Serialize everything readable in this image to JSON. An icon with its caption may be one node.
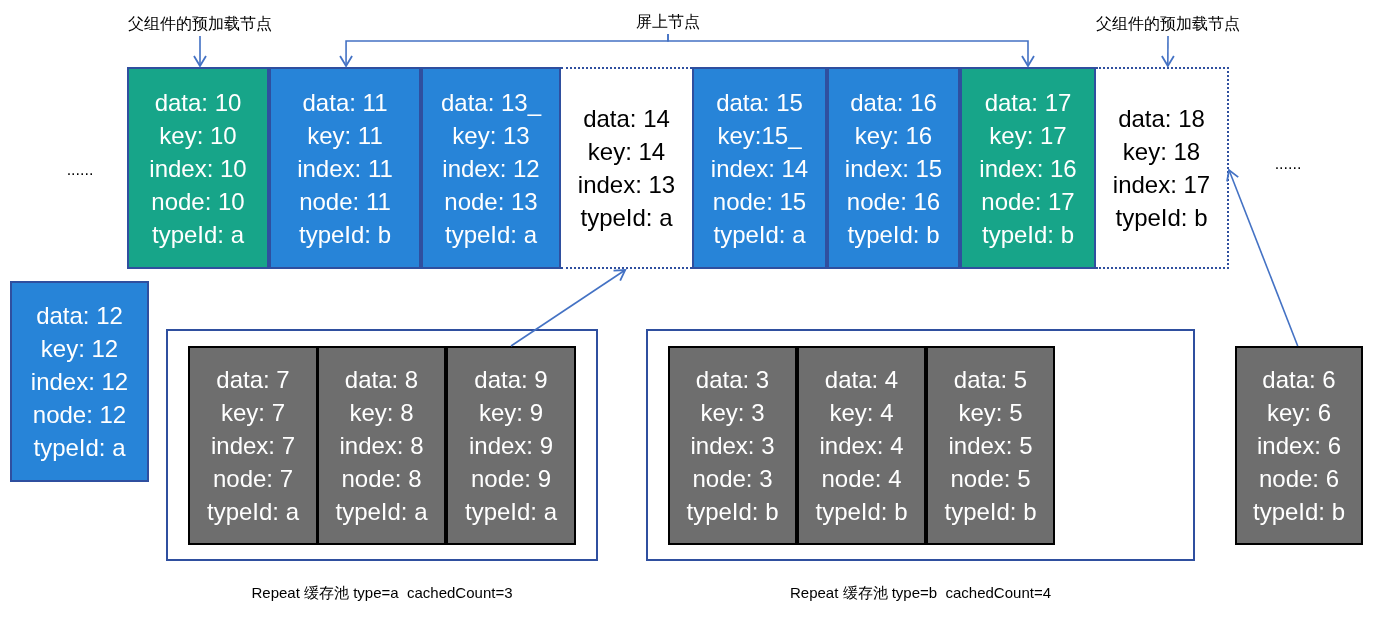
{
  "diagram": {
    "nodes": [
      {
        "text": [
          "父组件的预加载节点"
        ]
      },
      {
        "text": [
          "屏上节点"
        ]
      },
      {
        "text": [
          "父组件的预加载节点"
        ]
      },
      {
        "text": [
          "data: 10",
          "key: 10",
          "index: 10",
          "node: 10",
          "typeId: a"
        ]
      },
      {
        "text": [
          "data: 11",
          "key: 11",
          "index: 11",
          "node: 11",
          "typeId: b"
        ]
      },
      {
        "text": [
          "data: 13_",
          "key: 13",
          "index: 12",
          "node: 13",
          "typeId: a"
        ]
      },
      {
        "text": [
          "data: 14",
          "key: 14",
          "index: 13",
          "typeId: a"
        ]
      },
      {
        "text": [
          "data: 15",
          "key:15_",
          "index: 14",
          "node: 15",
          "typeId: a"
        ]
      },
      {
        "text": [
          "data: 16",
          "key: 16",
          "index: 15",
          "node: 16",
          "typeId: b"
        ]
      },
      {
        "text": [
          "data: 17",
          "key: 17",
          "index: 16",
          "node: 17",
          "typeId: b"
        ]
      },
      {
        "text": [
          "data: 18",
          "key: 18",
          "index: 17",
          "typeId: b"
        ]
      },
      {
        "text": [
          "data: 12",
          "key: 12",
          "index: 12",
          "node: 12",
          "typeId: a"
        ]
      },
      {
        "text": [],
        "shape": "box",
        "beside": [
          "Repeat 缓存池 type=a  cachedCount=3"
        ]
      },
      {
        "text": [
          "data: 7",
          "key: 7",
          "index: 7",
          "node: 7",
          "typeId: a"
        ],
        "in": 12
      },
      {
        "text": [
          "data: 8",
          "key: 8",
          "index: 8",
          "node: 8",
          "typeId: a"
        ],
        "in": 12
      },
      {
        "text": [
          "data: 9",
          "key: 9",
          "index: 9",
          "node: 9",
          "typeId: a"
        ],
        "in": 12
      },
      {
        "text": [],
        "shape": "box",
        "beside": [
          "Repeat 缓存池 type=b  cachedCount=4"
        ]
      },
      {
        "text": [
          "data: 3",
          "key: 3",
          "index: 3",
          "node: 3",
          "typeId: b"
        ],
        "in": 16
      },
      {
        "text": [
          "data: 4",
          "key: 4",
          "index: 4",
          "node: 4",
          "typeId: b"
        ],
        "in": 16
      },
      {
        "text": [
          "data: 5",
          "key: 5",
          "index: 5",
          "node: 5",
          "typeId: b"
        ],
        "in": 16
      },
      {
        "text": [
          "data: 6",
          "key: 6",
          "index: 6",
          "node: 6",
          "typeId: b"
        ]
      }
    ],
    "edges": [
      {
        "from": 0,
        "to": 3,
        "arrow": "to"
      },
      {
        "from": 1,
        "to": 4,
        "arrow": "to"
      },
      {
        "from": 1,
        "to": 9,
        "arrow": "to"
      },
      {
        "from": 2,
        "to": 10,
        "arrow": "to"
      },
      {
        "from": 15,
        "to": 6,
        "arrow": "to"
      },
      {
        "from": 20,
        "to": 10,
        "arrow": "to"
      }
    ],
    "labels": [
      "......",
      "......"
    ]
  }
}
